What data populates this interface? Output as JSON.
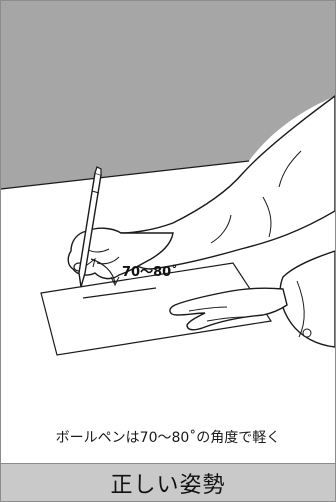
{
  "illustration": {
    "angle_label": "70〜80˚",
    "caption": "ボールペンは70〜80˚の角度で軽く"
  },
  "footer": {
    "title": "正しい姿勢"
  },
  "colors": {
    "wall_gray": "#a6a6a6",
    "footer_gray": "#c9c9c9",
    "line": "#1a1a1a",
    "border": "#8c8c8c"
  }
}
